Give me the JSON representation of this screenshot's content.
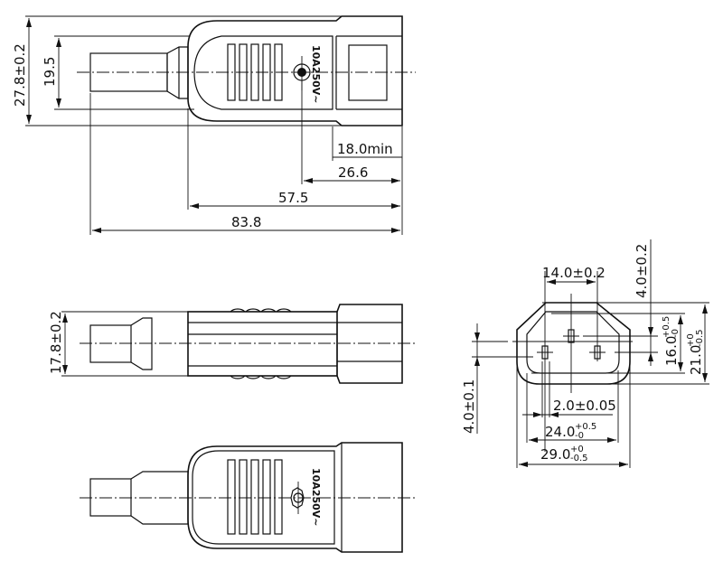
{
  "drawing": {
    "subject": "IEC C13 connector",
    "rating_label": "10A250V~",
    "colors": {
      "line": "#111111",
      "background": "#ffffff"
    }
  },
  "top_view": {
    "dimensions": {
      "overall_height": "27.8±0.2",
      "body_height": "19.5",
      "entry_depth": "18.0min",
      "screw_to_front": "26.6",
      "body_length": "57.5",
      "overall_length": "83.8"
    }
  },
  "side_view": {
    "dimensions": {
      "height": "17.8±0.2"
    }
  },
  "bottom_view": {
    "rating_label": "10A250V~"
  },
  "front_view": {
    "dimensions": {
      "pin_spacing": "14.0±0.2",
      "earth_offset": "4.0±0.2",
      "inner_height": {
        "base": "16.0",
        "upper": "+0.5",
        "lower": "-0"
      },
      "outer_height": {
        "base": "21.0",
        "upper": "+0",
        "lower": "-0.5"
      },
      "pin_offset": "4.0±0.1",
      "pin_width": "2.0±0.05",
      "inner_width": {
        "base": "24.0",
        "upper": "+0.5",
        "lower": "-0"
      },
      "outer_width": {
        "base": "29.0",
        "upper": "+0",
        "lower": "-0.5"
      }
    }
  }
}
